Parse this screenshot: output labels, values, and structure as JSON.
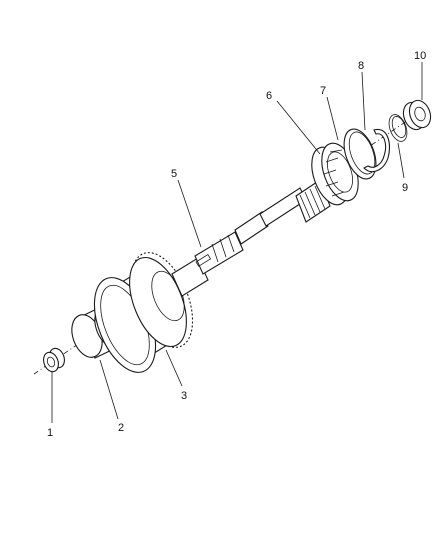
{
  "diagram": {
    "callouts": [
      {
        "id": "1",
        "label": "1"
      },
      {
        "id": "2",
        "label": "2"
      },
      {
        "id": "3",
        "label": "3"
      },
      {
        "id": "5",
        "label": "5"
      },
      {
        "id": "6",
        "label": "6"
      },
      {
        "id": "7",
        "label": "7"
      },
      {
        "id": "8",
        "label": "8"
      },
      {
        "id": "9",
        "label": "9"
      },
      {
        "id": "10",
        "label": "10"
      }
    ],
    "colors": {
      "line": "#1a1a1a",
      "background": "#ffffff"
    }
  }
}
